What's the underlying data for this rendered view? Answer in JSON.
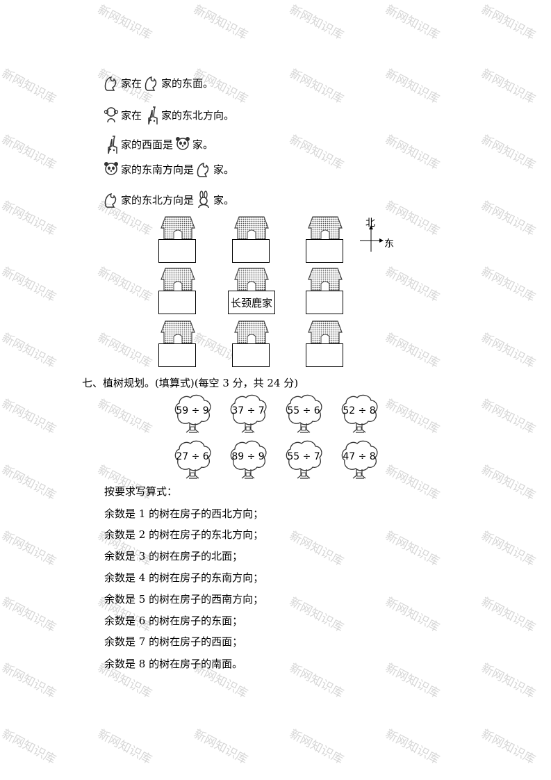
{
  "watermark": "新网知识库",
  "clues": [
    {
      "icon_a": "squirrel-icon",
      "t1": "家在",
      "icon_b": "squirrel-icon",
      "t2": "家的东面。"
    },
    {
      "icon_a": "monkey-icon",
      "t1": "家在",
      "icon_b": "giraffe-icon",
      "t2": "家的东北方向。"
    },
    {
      "icon_a": "giraffe-icon",
      "t1": "家的西面是",
      "icon_b": "panda-icon",
      "t2": "家。"
    },
    {
      "icon_a": "panda-icon",
      "t1": "家的东南方向是",
      "icon_b": "squirrel-icon",
      "t2": "家。"
    },
    {
      "icon_a": "squirrel-icon",
      "t1": "家的东北方向是",
      "icon_b": "rabbit-icon",
      "t2": "家。"
    }
  ],
  "grid": {
    "center_label": "长颈鹿家",
    "compass": {
      "north": "北",
      "east": "东"
    }
  },
  "section7": {
    "title": "七、植树规划。(填算式)(每空 3 分，共 24 分)",
    "trees_row1": [
      "59 ÷ 9",
      "37 ÷ 7",
      "55 ÷ 6",
      "52 ÷ 8"
    ],
    "trees_row2": [
      "27 ÷ 6",
      "89 ÷ 9",
      "55 ÷ 7",
      "47 ÷ 8"
    ],
    "instructions": [
      "按要求写算式：",
      "余数是 1 的树在房子的西北方向；",
      "余数是 2 的树在房子的东北方向；",
      "余数是 3 的树在房子的北面；",
      "余数是 4 的树在房子的东南方向；",
      "余数是 5 的树在房子的西南方向；",
      "余数是 6 的树在房子的东面；",
      "余数是 7 的树在房子的西面；",
      "余数是 8 的树在房子的南面。"
    ]
  }
}
